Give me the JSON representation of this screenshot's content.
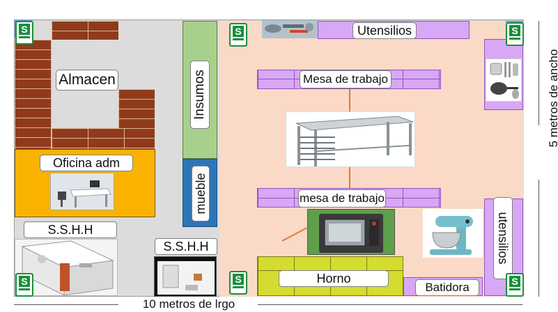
{
  "rooms": {
    "almacen": "Almacen",
    "oficina": "Oficina adm",
    "sshh_left": "S.S.H.H",
    "sshh_center": "S.S.H.H",
    "insumos": "Insumos",
    "mueble": "mueble"
  },
  "kitchen": {
    "utensilios_top": "Utensilios",
    "mesa_top": "Mesa de trabajo",
    "mesa_bottom": "mesa de trabajo",
    "horno": "Horno",
    "batidora": "Batidora",
    "utensilios_right": "utensilios"
  },
  "dimensions": {
    "width_label": "5 metros de ancho",
    "length_label": "10 metros de lrgo"
  },
  "seal_letter": "S",
  "colors": {
    "floor_gray": "#dcdcdc",
    "kitchen_floor": "#fbd9c7",
    "brick": "#8f3b1b",
    "office": "#f9b300",
    "insumos": "#a8d08d",
    "mueble": "#2e75b6",
    "purple": "#d8a7f5",
    "horno_block": "#d4dc2f",
    "seal_green": "#1a8f3c",
    "corner_blue": "#5b9bd5"
  }
}
